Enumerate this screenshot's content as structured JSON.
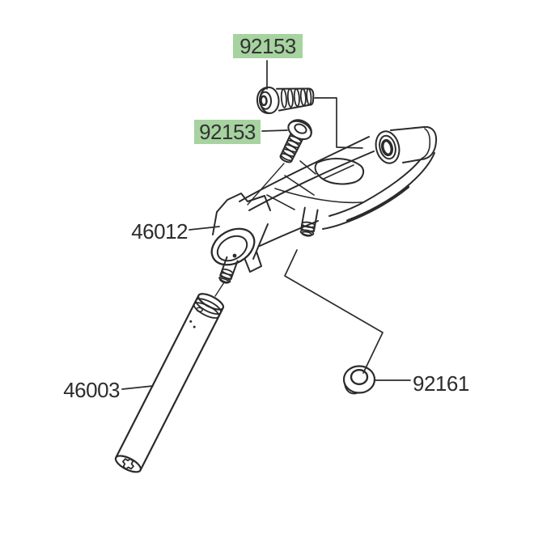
{
  "labels": {
    "bolt_top": {
      "text": "92153",
      "highlighted": true
    },
    "bolt_front": {
      "text": "92153",
      "highlighted": true
    },
    "holder": {
      "text": "46012",
      "highlighted": false
    },
    "handlebar": {
      "text": "46003",
      "highlighted": false
    },
    "washer": {
      "text": "92161",
      "highlighted": false
    }
  },
  "colors": {
    "highlight": "#a6d3a0",
    "line": "#2b2b2b",
    "text": "#2c2c2c",
    "background": "#ffffff"
  }
}
